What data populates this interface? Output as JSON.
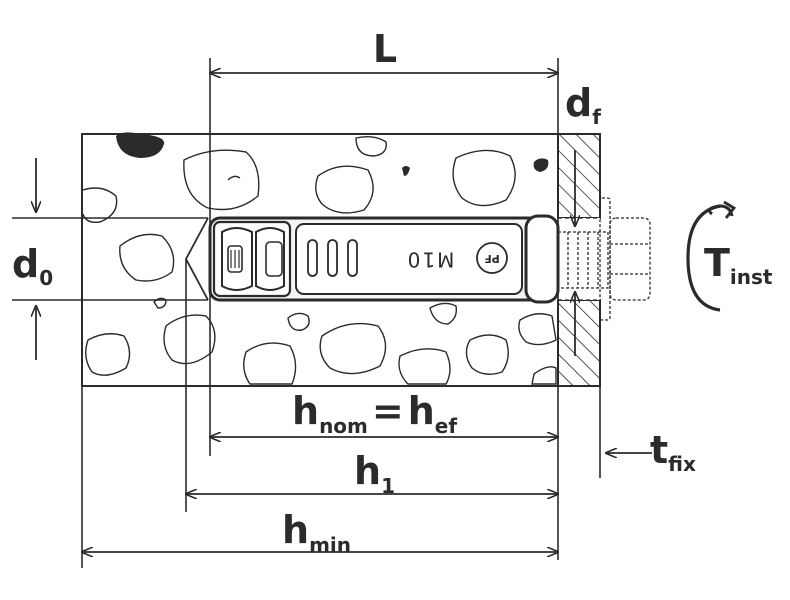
{
  "labels": {
    "L": "L",
    "d_f_main": "d",
    "d_f_sub": "f",
    "d_0_main": "d",
    "d_0_sub": "0",
    "T_main": "T",
    "T_sub": "inst",
    "h_nom_main": "h",
    "h_nom_sub": "nom",
    "equals": "=",
    "h_ef_main": "h",
    "h_ef_sub": "ef",
    "t_fix_main": "t",
    "t_fix_sub": "fix",
    "h1_main": "h",
    "h1_sub": "1",
    "h_min_main": "h",
    "h_min_sub": "min"
  },
  "anchor": {
    "marking": "M10",
    "logo": "PF"
  },
  "colors": {
    "line": "#2b2b2b",
    "background": "#ffffff",
    "anchor_fill": "#f4f4f4"
  },
  "icons": {
    "torque": "rotation-arrow-icon"
  }
}
